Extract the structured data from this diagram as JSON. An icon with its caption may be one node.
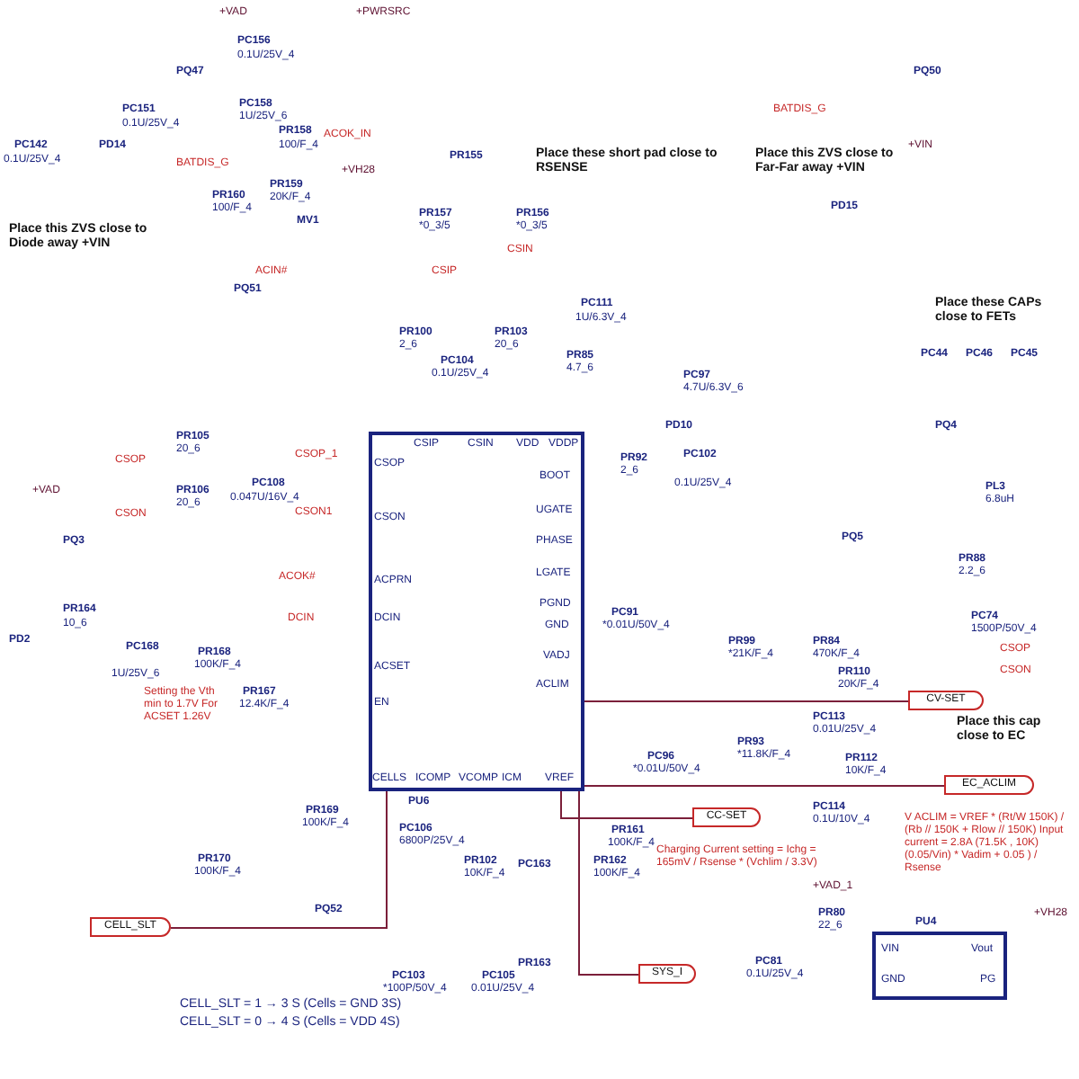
{
  "diagram": {
    "nodes": [
      {
        "text": [],
        "shape": "box",
        "beside": [
          "PU6"
        ]
      },
      {
        "text": [
          "CV-SET"
        ]
      },
      {
        "text": [
          "EC_ACLIM"
        ]
      },
      {
        "text": [
          "CC-SET"
        ]
      },
      {
        "text": [
          "CELL_SLT"
        ]
      },
      {
        "text": [
          "SYS_I"
        ]
      },
      {
        "text": [
          "PU4"
        ]
      }
    ],
    "edges": [
      {
        "from": 1,
        "to": 0,
        "arrow": "none"
      },
      {
        "from": 2,
        "to": 0,
        "arrow": "none"
      },
      {
        "from": 3,
        "to": 0,
        "arrow": "none"
      },
      {
        "from": 4,
        "to": 0,
        "arrow": "none"
      },
      {
        "from": 5,
        "to": 0,
        "arrow": "none"
      }
    ],
    "labels": [
      "+VAD",
      "+PWRSRC",
      "PC156",
      "0.1U/25V_4",
      "PQ47",
      "PC158",
      "1U/25V_6",
      "PC151",
      "0.1U/25V_4",
      "PC142",
      "0.1U/25V_4",
      "PD14",
      "PR158",
      "100/F_4",
      "ACOK_IN",
      "+VH28",
      "PR159",
      "20K/F_4",
      "MV1",
      "BATDIS_G",
      "PR160",
      "100/F_4",
      "ACIN#",
      "PQ51",
      "Place this ZVS close to Diode away +VIN",
      "PR155",
      "PR157",
      "*0_3/5",
      "PR156",
      "*0_3/5",
      "Place these short pad close to RSENSE",
      "CSIP",
      "CSIN",
      "PR100",
      "2_6",
      "PR103",
      "20_6",
      "PC104",
      "0.1U/25V_4",
      "PC111",
      "1U/6.3V_4",
      "PR85",
      "4.7_6",
      "BATDIS_G",
      "PQ50",
      "Place this ZVS close to Far-Far away +VIN",
      "+VIN",
      "PD15",
      "Place these CAPs close to FETs",
      "PC44",
      "PC46",
      "PC45",
      "PC97",
      "4.7U/6.3V_6",
      "PD10",
      "PQ4",
      "PR92",
      "2_6",
      "PC102",
      "0.1U/25V_4",
      "PL3",
      "6.8uH",
      "PQ5",
      "PR88",
      "2.2_6",
      "PC74",
      "1500P/50V_4",
      "CSOP",
      "CSON",
      "CSOP",
      "CSON",
      "PR105",
      "20_6",
      "PR106",
      "20_6",
      "PC108",
      "0.047U/16V_4",
      "CSOP_1",
      "CSON1",
      "ACOK#",
      "DCIN",
      "+VAD",
      "PQ3",
      "PD2",
      "PR164",
      "10_6",
      "PC168",
      "1U/25V_6",
      "PR168",
      "100K/F_4",
      "PR167",
      "12.4K/F_4",
      "Setting the Vth min to 1.7V For ACSET 1.26V",
      "CSIP",
      "CSIN",
      "VDD",
      "VDDP",
      "CSOP",
      "CSON",
      "ACPRN",
      "DCIN",
      "ACSET",
      "EN",
      "BOOT",
      "UGATE",
      "PHASE",
      "LGATE",
      "PGND",
      "GND",
      "VADJ",
      "ACLIM",
      "CELLS",
      "ICOMP",
      "VCOMP",
      "ICM",
      "VREF",
      "PC91",
      "*0.01U/50V_4",
      "PR99",
      "*21K/F_4",
      "PR84",
      "470K/F_4",
      "PR110",
      "20K/F_4",
      "PC96",
      "*0.01U/50V_4",
      "PR93",
      "*11.8K/F_4",
      "PC113",
      "0.01U/25V_4",
      "Place this cap close to EC",
      "PR112",
      "10K/F_4",
      "PC114",
      "0.1U/10V_4",
      "V ACLIM = VREF * (Rt/W 150K) / (Rb // 150K + Rlow // 150K) Input current = 2.8A (71.5K , 10K) (0.05/Vin) * Vadim + 0.05 ) / Rsense",
      "PR161",
      "100K/F_4",
      "PR162",
      "100K/F_4",
      "Charging Current setting = Ichg = 165mV / Rsense * (Vchlim / 3.3V)",
      "+VAD_1",
      "PR80",
      "22_6",
      "PC81",
      "0.1U/25V_4",
      "VIN",
      "GND",
      "Vout",
      "PG",
      "+VH28",
      "PR169",
      "100K/F_4",
      "PR170",
      "100K/F_4",
      "PQ52",
      "CELL_SLT = 1 → 3 S (Cells = GND 3S)",
      "CELL_SLT = 0 → 4 S (Cells = VDD 4S)",
      "PC106",
      "6800P/25V_4",
      "PR102",
      "10K/F_4",
      "PC103",
      "*100P/50V_4",
      "PC105",
      "0.01U/25V_4",
      "PC163",
      "PR163"
    ]
  }
}
